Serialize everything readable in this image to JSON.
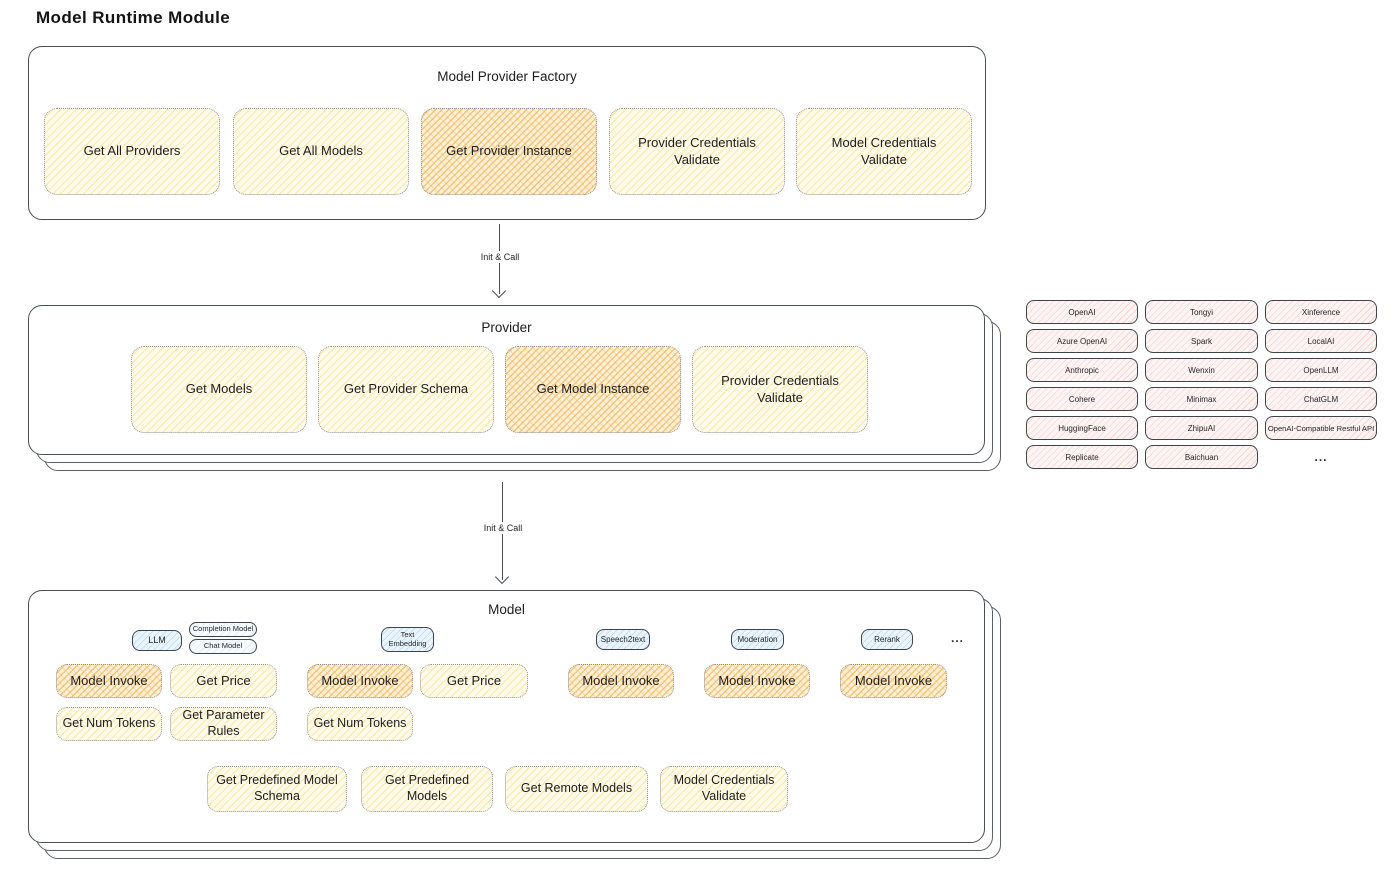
{
  "title": "Model Runtime Module",
  "arrow_label": "Init & Call",
  "colors": {
    "highlight_fill": "#f6c27a",
    "yellow_fill": "#fff9e3",
    "pink_fill": "#fbe4e4",
    "blue_fill": "#cfe7fa",
    "border_dark": "#494f56",
    "border_dotted": "#8f949b"
  },
  "factory": {
    "title": "Model Provider Factory",
    "boxes": [
      {
        "label": "Get All Providers"
      },
      {
        "label": "Get All Models"
      },
      {
        "label": "Get Provider Instance"
      },
      {
        "label": "Provider Credentials Validate"
      },
      {
        "label": "Model Credentials Validate"
      }
    ]
  },
  "provider": {
    "title": "Provider",
    "boxes": [
      {
        "label": "Get Models"
      },
      {
        "label": "Get Provider Schema"
      },
      {
        "label": "Get Model Instance"
      },
      {
        "label": "Provider Credentials Validate"
      }
    ]
  },
  "providers_list": {
    "col1": [
      "OpenAI",
      "Azure OpenAI",
      "Anthropic",
      "Cohere",
      "HuggingFace",
      "Replicate"
    ],
    "col2": [
      "Tongyi",
      "Spark",
      "Wenxin",
      "Minimax",
      "ZhipuAI",
      "Baichuan"
    ],
    "col3": [
      "Xinference",
      "LocalAI",
      "OpenLLM",
      "ChatGLM",
      "OpenAI-Compatible Restful API"
    ],
    "more": "..."
  },
  "model": {
    "title": "Model",
    "tabs": {
      "llm": "LLM",
      "completion_model": "Completion Model",
      "chat_model": "Chat Model",
      "text_embedding": "Text Embedding",
      "speech2text": "Speech2text",
      "moderation": "Moderation",
      "rerank": "Rerank",
      "more": "..."
    },
    "function_boxes": {
      "model_invoke": "Model Invoke",
      "get_price": "Get Price",
      "get_num_tokens": "Get Num Tokens",
      "get_parameter_rules": "Get Parameter Rules"
    },
    "bottom_boxes": [
      {
        "label": "Get Predefined Model Schema"
      },
      {
        "label": "Get Predefined Models"
      },
      {
        "label": "Get Remote Models"
      },
      {
        "label": "Model Credentials Validate"
      }
    ]
  }
}
